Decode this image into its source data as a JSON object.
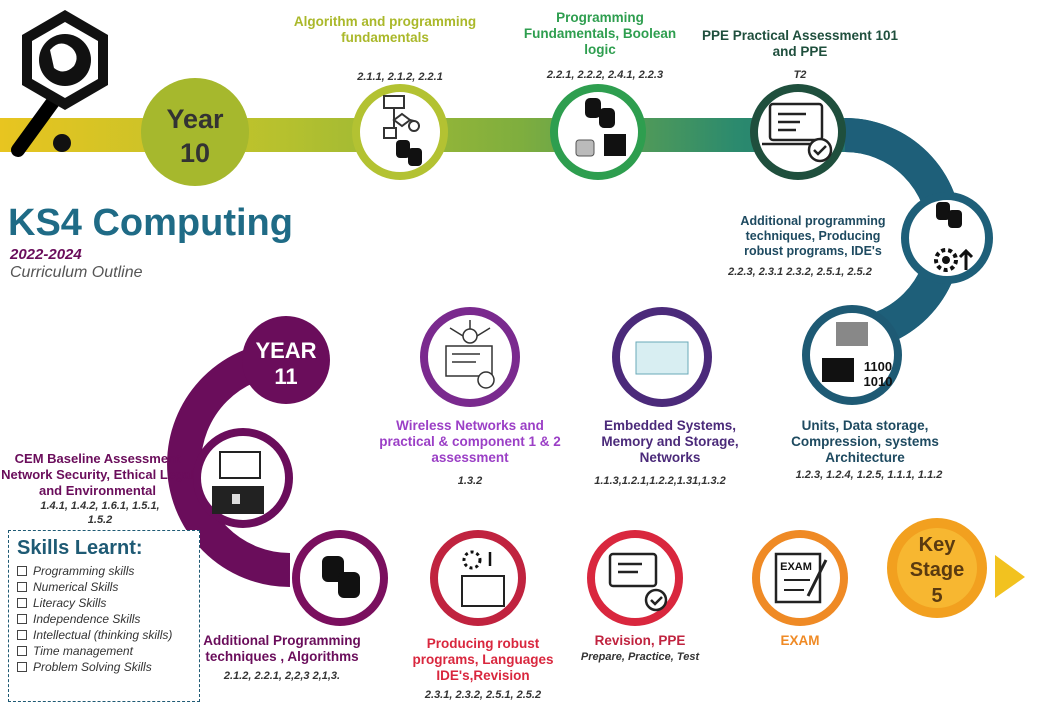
{
  "title": "KS4 Computing",
  "years": "2022-2024",
  "subtitle": "Curriculum Outline",
  "milestones": {
    "year10": [
      "Year",
      "10"
    ],
    "year11": [
      "YEAR",
      "11"
    ],
    "ks5": [
      "Key",
      "Stage",
      "5"
    ]
  },
  "topics": [
    {
      "title": "Algorithm and programming fundamentals",
      "codes": "2.1.1, 2.1.2, 2.2.1",
      "icon": "flowchart-icon"
    },
    {
      "title": "Programming Fundamentals, Boolean logic",
      "codes": "2.2.1, 2.2.2, 2.4.1,  2.2.3",
      "icon": "python-icon"
    },
    {
      "title": "PPE Practical Assessment 101 and PPE",
      "codes": "T2",
      "icon": "checklist-icon"
    },
    {
      "title": "Additional programming techniques, Producing robust programs, IDE's",
      "codes": "2.2.3,  2.3.1  2.3.2,  2.5.1,  2.5.2",
      "icon": "gear-icon"
    },
    {
      "title": "Units,  Data storage, Compression, systems Architecture",
      "codes": "1.2.3, 1.2.4,  1.2.5, 1.1.1,  1.1.2",
      "icon": "binary-icon"
    },
    {
      "title": "Embedded Systems, Memory and Storage, Networks",
      "codes": "1.1.3,1.2.1,1.2.2,1.31,1.3.2",
      "icon": "embedded-icon"
    },
    {
      "title": "Wireless Networks and practical & component 1 & 2 assessment",
      "codes": "1.3.2",
      "icon": "network-icon"
    },
    {
      "title": "CEM Baseline Assessment Network Security, Ethical Legal and Environmental",
      "codes": "1.4.1,  1.4.2, 1.6.1, 1.5.1, 1.5.2",
      "icon": "security-icon"
    },
    {
      "title": "Additional Programming techniques , Algorithms",
      "codes": "2.1.2, 2.2.1, 2,2,3 2,1,3.",
      "icon": "python-icon"
    },
    {
      "title": "Producing robust programs, Languages IDE's,Revision",
      "codes": "2.3.1, 2.3.2, 2.5.1, 2.5.2",
      "icon": "gear-icon"
    },
    {
      "title": "Revision,  PPE",
      "codes": "Prepare, Practice,  Test",
      "icon": "checklist-icon"
    },
    {
      "title": "EXAM",
      "codes": "",
      "icon": "exam-icon"
    }
  ],
  "exam_icon_label": "EXAM",
  "binary_text": [
    "1100",
    "1010"
  ],
  "skills": {
    "title": "Skills Learnt:",
    "items": [
      "Programming skills",
      "Numerical Skills",
      "Literacy Skills",
      "Independence Skills",
      "Intellectual (thinking skills)",
      "Time management",
      "Problem Solving Skills"
    ]
  },
  "colors": {
    "year10": "#a6b82d",
    "teal": "#1e5a74",
    "green": "#2e9e4f",
    "purple": "#6a0d5b",
    "violet": "#9b3fc6",
    "red": "#d9273e",
    "orange": "#f2a01f",
    "yellow": "#f2c21f"
  }
}
